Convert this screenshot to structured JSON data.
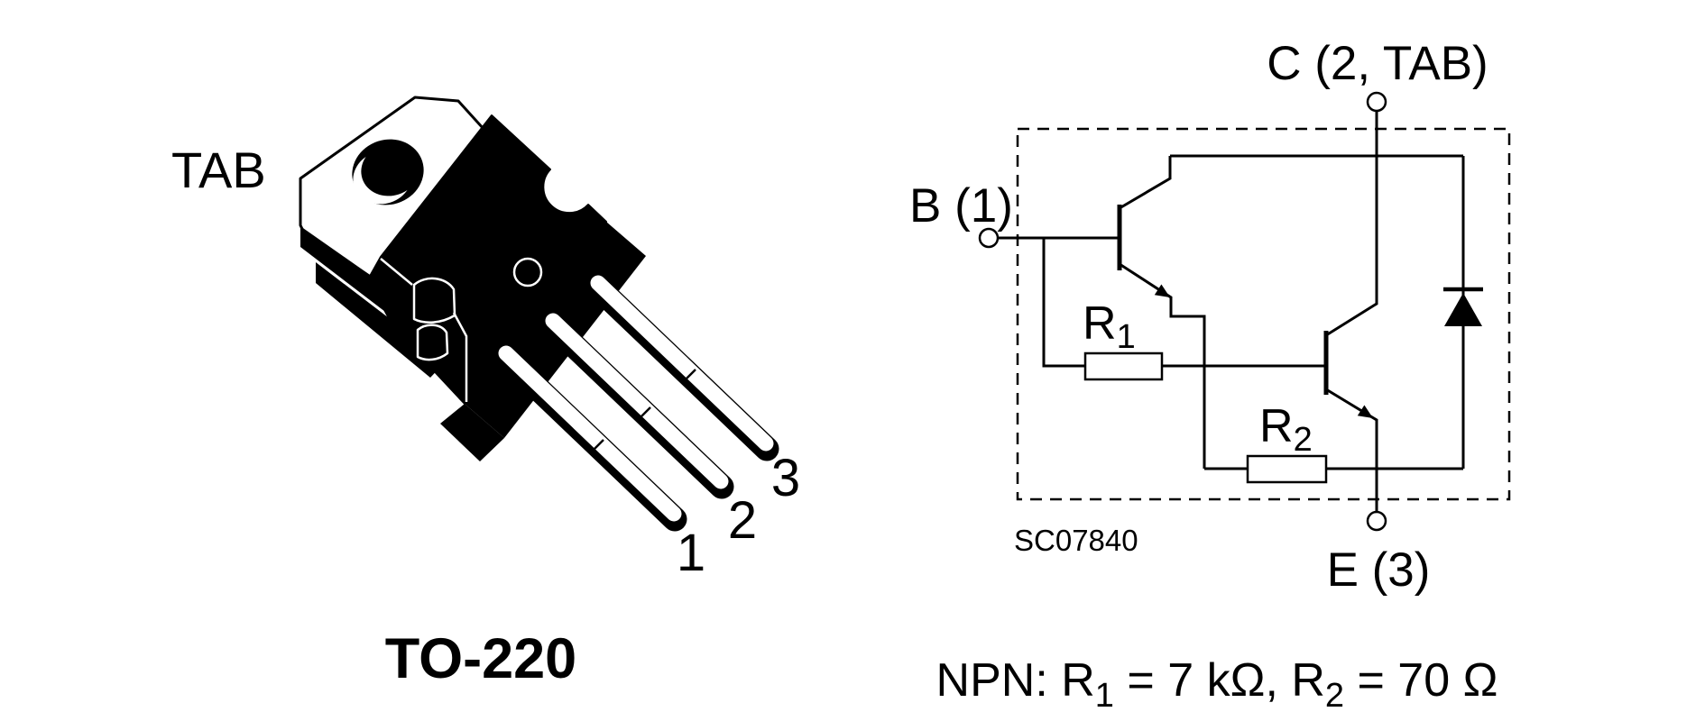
{
  "figure": {
    "package": {
      "tab_label": "TAB",
      "package_name": "TO-220",
      "pin_labels": [
        "1",
        "2",
        "3"
      ]
    },
    "schematic": {
      "collector_label": "C (2, TAB)",
      "base_label": "B (1)",
      "emitter_label": "E (3)",
      "drawing_code": "SC07840",
      "r1": {
        "name": "R",
        "sub": "1"
      },
      "r2": {
        "name": "R",
        "sub": "2"
      },
      "formula": {
        "p1": "NPN: R",
        "s1": "1",
        "p2": " = 7 kΩ, R",
        "s2": "2",
        "p3": " = 70 Ω"
      }
    },
    "colors": {
      "ink": "#000000",
      "paper": "#ffffff"
    }
  }
}
